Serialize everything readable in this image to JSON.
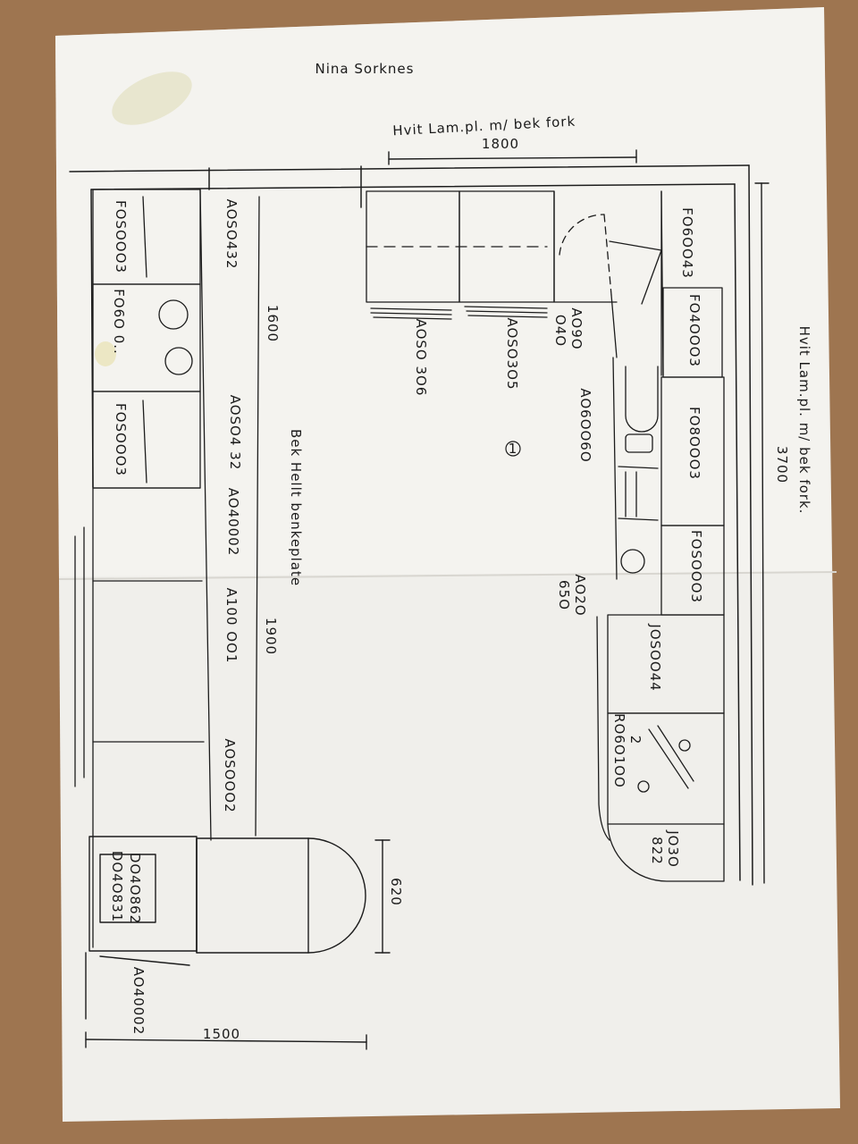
{
  "title": "Nina Sorknes",
  "dims": {
    "top_material": "Hvit Lam.pl. m/ bek fork",
    "top_length": "1800",
    "right_material": "Hvit Lam.pl. m/ bek fork.",
    "right_length": "3700",
    "bottom_length": "1500",
    "island_depth": "620",
    "left_run_upper": "1600",
    "left_run_lower": "1900",
    "worktop_note": "Bek Hellt benkeplate"
  },
  "cabinets": {
    "left_1": "FOSOOO3",
    "left_2": "FO6O 0..",
    "left_3": "FOSOOO3",
    "aoso432_a": "AOSO432",
    "aoso432_b": "AOSO4 32",
    "ao40002_a": "AO40002",
    "a100001": "A100 OO1",
    "aoso002": "AOSOOO2",
    "ao40002_b": "AO40002",
    "do_top": "DO4O831",
    "do_bottom": "DO4O862",
    "aoso306": "AOSO 3O6",
    "aoso305": "AOSO3O5",
    "ao90": "AO9O",
    "ao90_num": "O4O",
    "ao60060": "AO6OO6O",
    "ao20": "AO2O",
    "ao20_num": "65O",
    "fo60043": "FO6OO43",
    "fo40003": "FO4OOO3",
    "fo80003": "FO8OOO3",
    "fo50003": "FOSOOO3",
    "joso044": "JOSOO44",
    "ro60100": "RO6O1OO",
    "ro_sup": "2",
    "jo30": "JO3O",
    "jo30_num": "822",
    "circle_1": "1"
  }
}
